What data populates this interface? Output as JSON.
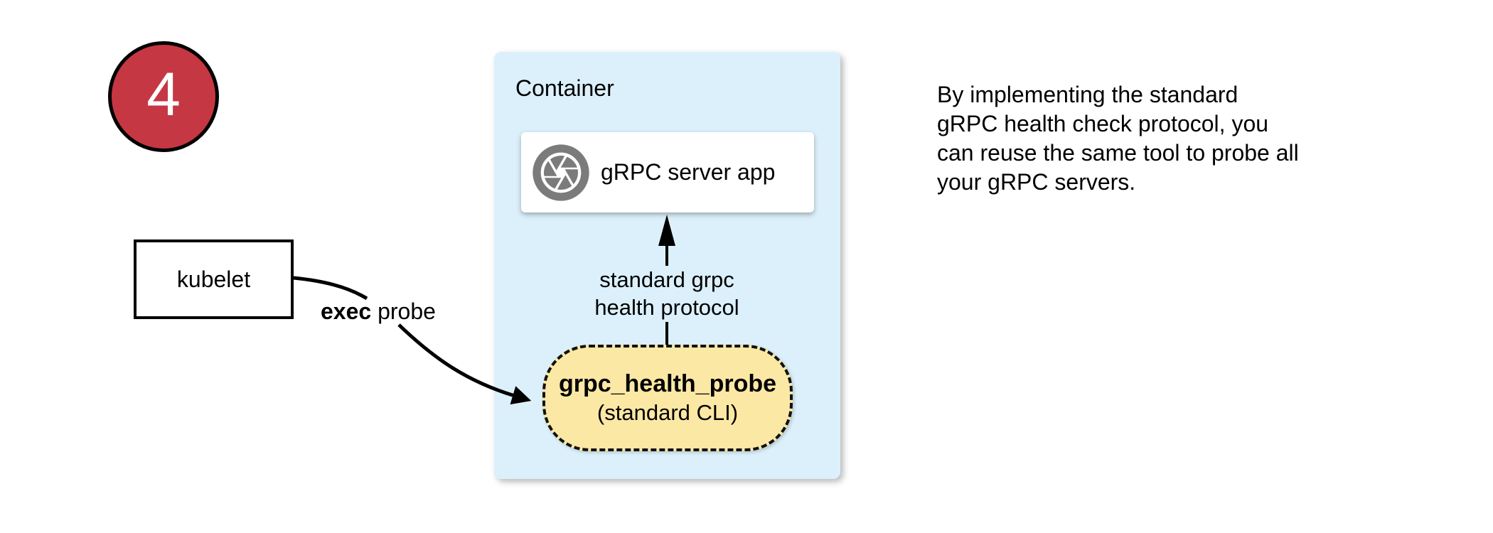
{
  "badge": {
    "number": "4",
    "fill_color": "#c53743"
  },
  "kubelet_box": {
    "label": "kubelet"
  },
  "exec_probe_label": {
    "bold": "exec",
    "rest": "probe"
  },
  "container": {
    "title": "Container",
    "fill_color": "#dcf0fb",
    "server_box": {
      "label": "gRPC server app",
      "icon": "grpc-aperture-icon",
      "icon_color": "#7b7b7b"
    },
    "health_arrow_label": "standard grpc\nhealth protocol",
    "probe_box": {
      "title": "grpc_health_probe",
      "subtitle": "(standard CLI)",
      "fill_color": "#fae8a4"
    }
  },
  "note": "By implementing the standard\ngRPC health check protocol, you\ncan reuse the same tool to probe all\nyour gRPC servers."
}
